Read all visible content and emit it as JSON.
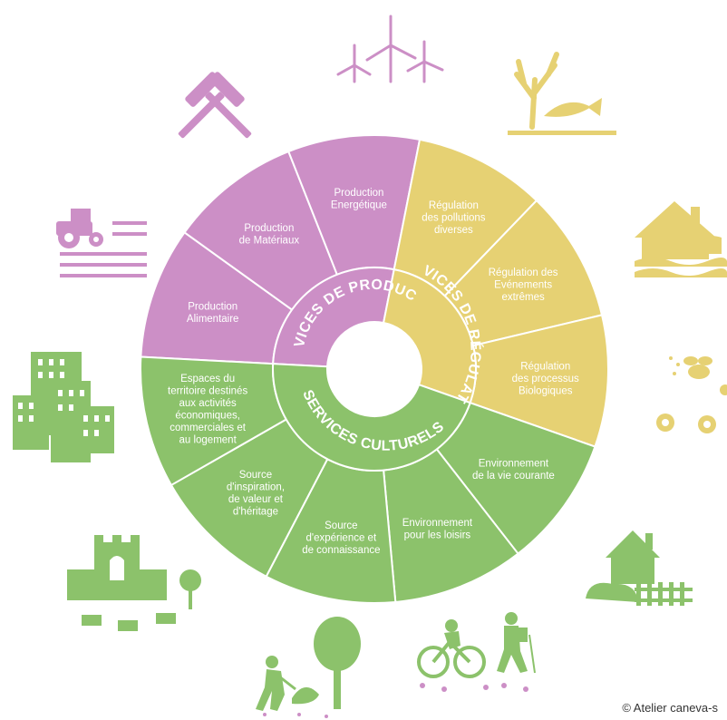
{
  "colors": {
    "production": "#cc8fc6",
    "regulation": "#e6d173",
    "culture": "#8cc26b",
    "text": "#ffffff",
    "separator": "#ffffff"
  },
  "center_labels": {
    "production": "SERVICES DE PRODUCTION",
    "regulation": "SERVICES DE RÉGULATION",
    "culture": "SERVICES CULTURELS"
  },
  "segments": [
    {
      "group": "production",
      "lines": [
        "Production",
        "Alimentaire"
      ]
    },
    {
      "group": "production",
      "lines": [
        "Production",
        "de Matériaux"
      ]
    },
    {
      "group": "production",
      "lines": [
        "Production",
        "Energétique"
      ]
    },
    {
      "group": "regulation",
      "lines": [
        "Régulation",
        "des pollutions",
        "diverses"
      ]
    },
    {
      "group": "regulation",
      "lines": [
        "Régulation des",
        "Evénements",
        "extrêmes"
      ]
    },
    {
      "group": "regulation",
      "lines": [
        "Régulation",
        "des processus",
        "Biologiques"
      ]
    },
    {
      "group": "culture",
      "lines": [
        "Environnement",
        "de la vie courante"
      ]
    },
    {
      "group": "culture",
      "lines": [
        "Environnement",
        "pour les loisirs"
      ]
    },
    {
      "group": "culture",
      "lines": [
        "Source",
        "d'expérience et",
        "de connaissance"
      ]
    },
    {
      "group": "culture",
      "lines": [
        "Source",
        "d'inspiration,",
        "de valeur et",
        "d'héritage"
      ]
    },
    {
      "group": "culture",
      "lines": [
        "Espaces du",
        "territoire destinés",
        "aux activités",
        "économiques,",
        "commerciales et",
        "au logement"
      ]
    }
  ],
  "icons": [
    "crossed-hammers-icon",
    "wind-turbines-icon",
    "dead-tree-and-fish-icon",
    "flooded-house-icon",
    "bee-and-flowers-icon",
    "house-with-fence-icon",
    "cyclist-and-hiker-icon",
    "gardener-and-tree-icon",
    "castle-and-cows-icon",
    "city-buildings-icon",
    "tractor-and-fields-icon"
  ],
  "credit": "© Atelier caneva-s"
}
